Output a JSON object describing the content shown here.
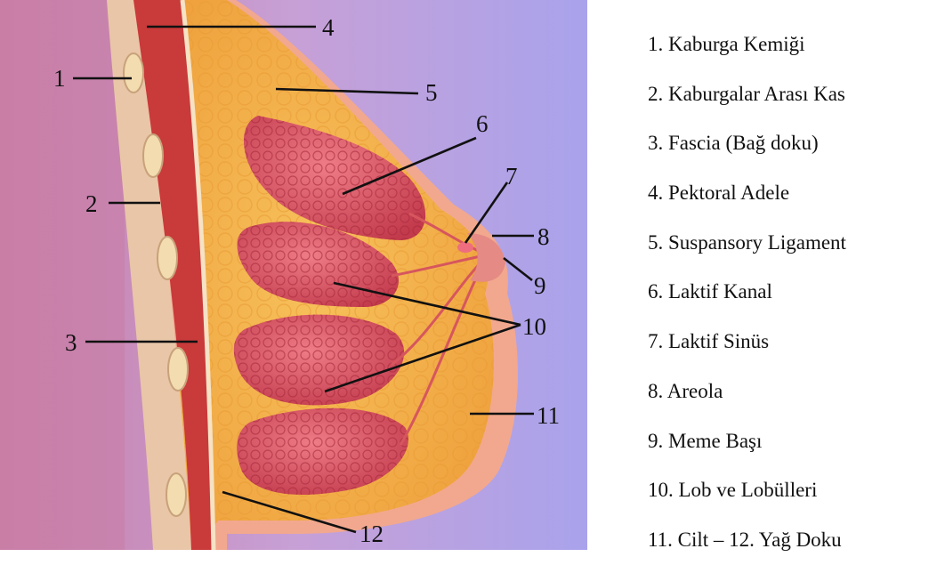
{
  "diagram": {
    "colors": {
      "background_left": "#c97ea6",
      "background_right": "#9f97e6",
      "skin": "#f2a88e",
      "fat": "#f4b24a",
      "muscle": "#c93a3a",
      "lobe": "#d9525e",
      "rib": "#f3dcb0",
      "leader_line": "#111111"
    },
    "callouts": [
      {
        "id": "1",
        "text": "1"
      },
      {
        "id": "2",
        "text": "2"
      },
      {
        "id": "3",
        "text": "3"
      },
      {
        "id": "4",
        "text": "4"
      },
      {
        "id": "5",
        "text": "5"
      },
      {
        "id": "6",
        "text": "6"
      },
      {
        "id": "7",
        "text": "7"
      },
      {
        "id": "8",
        "text": "8"
      },
      {
        "id": "9",
        "text": "9"
      },
      {
        "id": "10",
        "text": "10"
      },
      {
        "id": "11",
        "text": "11"
      },
      {
        "id": "12",
        "text": "12"
      }
    ],
    "legend": [
      "1. Kaburga Kemiği",
      "2. Kaburgalar Arası Kas",
      "3. Fascia (Bağ doku)",
      "4. Pektoral Adele",
      "5. Suspansory Ligament",
      "6. Laktif Kanal",
      "7. Laktif Sinüs",
      "8. Areola",
      "9. Meme Başı",
      "10. Lob ve Lobülleri",
      "11. Cilt – 12. Yağ Doku"
    ]
  }
}
